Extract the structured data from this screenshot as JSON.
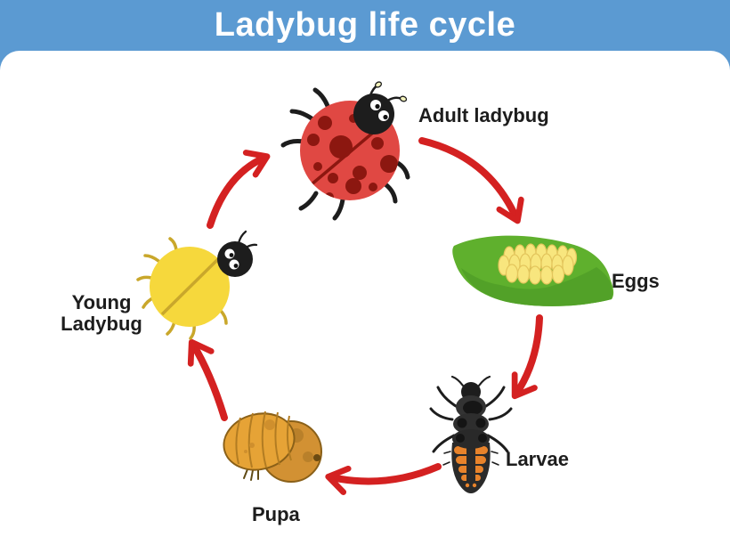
{
  "header": {
    "title": "Ladybug life cycle"
  },
  "diagram": {
    "type": "life-cycle",
    "stages": [
      {
        "id": "adult-ladybug",
        "label": "Adult ladybug"
      },
      {
        "id": "eggs",
        "label": "Eggs"
      },
      {
        "id": "larvae",
        "label": "Larvae"
      },
      {
        "id": "pupa",
        "label": "Pupa"
      },
      {
        "id": "young-ladybug",
        "label_lines": [
          "Young",
          "Ladybug"
        ]
      }
    ],
    "arrows": [
      {
        "from": "adult-ladybug",
        "to": "eggs"
      },
      {
        "from": "eggs",
        "to": "larvae"
      },
      {
        "from": "larvae",
        "to": "pupa"
      },
      {
        "from": "pupa",
        "to": "young-ladybug"
      },
      {
        "from": "young-ladybug",
        "to": "adult-ladybug"
      }
    ]
  },
  "colors": {
    "header_blue": "#5b9ad2",
    "title_text": "#ffffff",
    "label_text": "#1d1d1d",
    "arrow_red": "#d42121",
    "ladybug_red": "#e04843",
    "ladybug_spot": "#8c1710",
    "bug_black": "#1d1d1d",
    "young_yellow": "#f6d83c",
    "young_detail": "#c9a72b",
    "pupa_light": "#e6a336",
    "pupa_dark": "#d29133",
    "pupa_detail": "#b27c22",
    "larva_body": "#2a2a2a",
    "larva_orange": "#e8832b",
    "leaf_green": "#5fb02d",
    "leaf_shadow": "#52a128",
    "egg_yellow": "#f8e67e"
  }
}
